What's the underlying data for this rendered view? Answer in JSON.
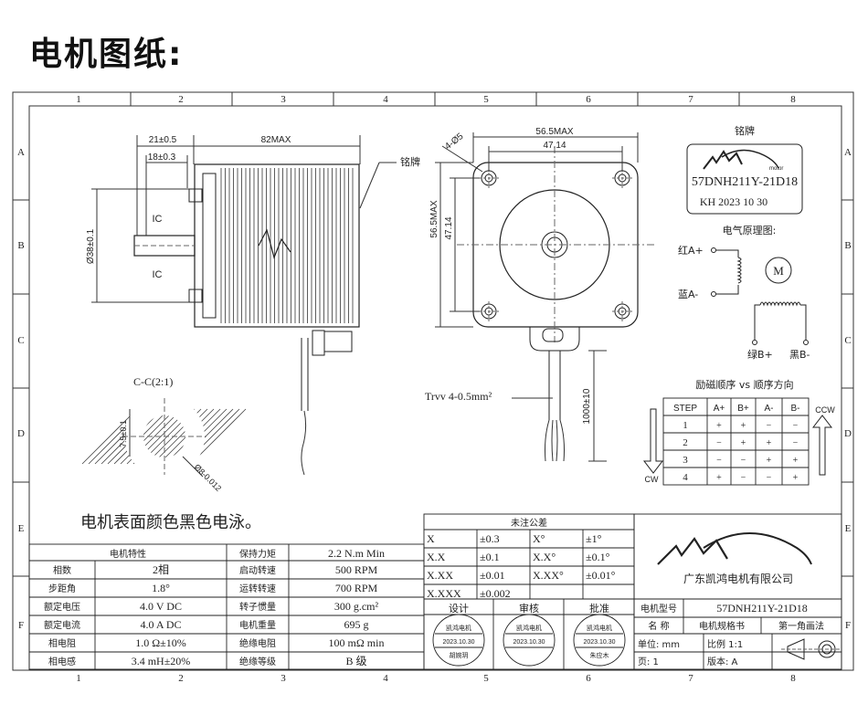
{
  "page_title": "电机图纸:",
  "grid": {
    "columns": [
      "1",
      "2",
      "3",
      "4",
      "5",
      "6",
      "7",
      "8"
    ],
    "rows": [
      "A",
      "B",
      "C",
      "D",
      "E",
      "F"
    ]
  },
  "side_view": {
    "dim_21": "21±0.5",
    "dim_18": "18±0.3",
    "dim_82": "82MAX",
    "dim_38": "Ø38±0.1",
    "ic_top": "IC",
    "ic_bottom": "IC",
    "nameplate_label": "铭牌"
  },
  "front_view": {
    "dim_565_h": "56.5MAX",
    "dim_4714_h": "47.14",
    "dim_565_v": "56.5MAX",
    "dim_4714_v": "47.14",
    "hole_label": "4-Ø5",
    "cable_length": "1000±10",
    "cable_label": "Trvv 4-0.5mm²"
  },
  "section": {
    "title": "C-C(2:1)",
    "dim_75": "7.5±0.1",
    "dim_8": "Ø8-0.012"
  },
  "nameplate": {
    "heading": "铭牌",
    "logo_sub": "motor",
    "model": "57DNH211Y-21D18",
    "date_line": "KH 2023 10 30"
  },
  "wiring": {
    "heading": "电气原理图:",
    "a_plus": "红A+",
    "a_minus": "蓝A-",
    "motor_symbol": "M",
    "b_plus": "绿B+",
    "b_minus": "黑B-"
  },
  "sequence": {
    "heading": "励磁顺序 vs 顺序方向",
    "columns": [
      "STEP",
      "A+",
      "B+",
      "A-",
      "B-"
    ],
    "rows": [
      [
        "1",
        "+",
        "+",
        "−",
        "−"
      ],
      [
        "2",
        "−",
        "+",
        "+",
        "−"
      ],
      [
        "3",
        "−",
        "−",
        "+",
        "+"
      ],
      [
        "4",
        "+",
        "−",
        "−",
        "+"
      ]
    ],
    "cw": "CW",
    "ccw": "CCW"
  },
  "surface_note": "电机表面颜色黑色电泳。",
  "specs": {
    "heading": "电机特性",
    "left": [
      {
        "k": "相数",
        "v": "2相"
      },
      {
        "k": "步距角",
        "v": "1.8°"
      },
      {
        "k": "额定电压",
        "v": "4.0 V DC"
      },
      {
        "k": "额定电流",
        "v": "4.0 A DC"
      },
      {
        "k": "相电阻",
        "v": "1.0 Ω±10%"
      },
      {
        "k": "相电感",
        "v": "3.4 mH±20%"
      }
    ],
    "right": [
      {
        "k": "保持力矩",
        "v": "2.2 N.m Min"
      },
      {
        "k": "启动转速",
        "v": "500 RPM"
      },
      {
        "k": "运转转速",
        "v": "700 RPM"
      },
      {
        "k": "转子惯量",
        "v": "300 g.cm²"
      },
      {
        "k": "电机重量",
        "v": "695 g"
      },
      {
        "k": "绝缘电阻",
        "v": "100 mΩ min"
      },
      {
        "k": "绝缘等级",
        "v": "B 级"
      }
    ]
  },
  "tolerance": {
    "heading": "未注公差",
    "rows": [
      [
        "X",
        "±0.3",
        "X°",
        "±1°"
      ],
      [
        "X.X",
        "±0.1",
        "X.X°",
        "±0.1°"
      ],
      [
        "X.XX",
        "±0.01",
        "X.XX°",
        "±0.01°"
      ],
      [
        "X.XXX",
        "±0.002",
        "",
        ""
      ]
    ]
  },
  "approval": {
    "labels": [
      "设计",
      "审核",
      "批准"
    ],
    "stamp_company": "凯鸿电机",
    "stamp_date": "2023.10.30",
    "stamp_names": [
      "胡婉玥",
      "",
      "朱应木"
    ]
  },
  "company": {
    "name": "广东凯鸿电机有限公司"
  },
  "title_block": {
    "model_label": "电机型号",
    "model_value": "57DNH211Y-21D18",
    "name_label": "名 称",
    "name_value": "电机规格书",
    "projection": "第一角画法",
    "unit": "单位: mm",
    "scale": "比例 1:1",
    "page": "页: 1",
    "version": "版本: A"
  }
}
